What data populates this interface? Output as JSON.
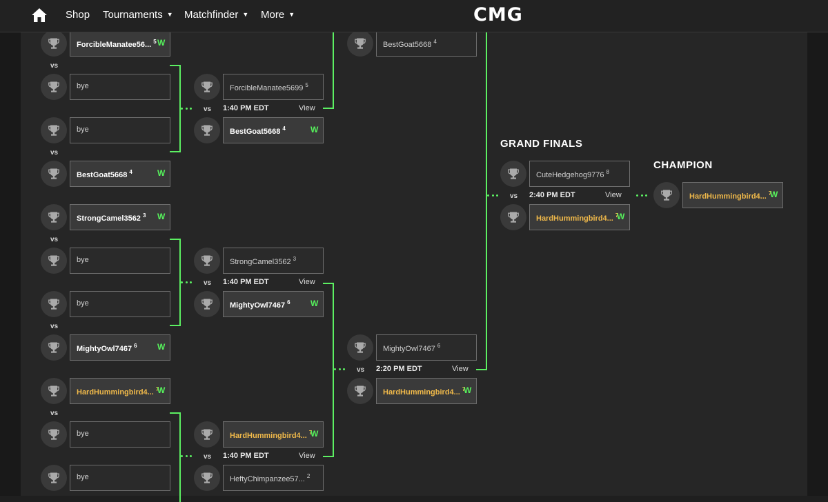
{
  "nav": {
    "shop": "Shop",
    "tournaments": "Tournaments",
    "matchfinder": "Matchfinder",
    "more": "More",
    "logo": "CMG"
  },
  "colors": {
    "accent_green": "#5cf062",
    "highlight_gold": "#f0b94a",
    "background": "#262626"
  },
  "labels": {
    "vs": "vs",
    "view": "View",
    "win": "W",
    "grand_finals": "GRAND FINALS",
    "champion": "CHAMPION"
  },
  "round1": [
    {
      "top": {
        "name": "ForcibleManatee56...",
        "seed": "5",
        "win": true
      },
      "bottom": {
        "name": "bye"
      }
    },
    {
      "top": {
        "name": "bye"
      },
      "bottom": {
        "name": "BestGoat5668",
        "seed": "4",
        "win": true
      }
    },
    {
      "top": {
        "name": "StrongCamel3562",
        "seed": "3",
        "win": true
      },
      "bottom": {
        "name": "bye"
      }
    },
    {
      "top": {
        "name": "bye"
      },
      "bottom": {
        "name": "MightyOwl7467",
        "seed": "6",
        "win": true
      }
    },
    {
      "top": {
        "name": "HardHummingbird4...",
        "seed": "7",
        "win": true,
        "highlight": true
      },
      "bottom": {
        "name": "bye"
      }
    },
    {
      "top": {
        "name": "bye"
      }
    }
  ],
  "round2": [
    {
      "time": "1:40 PM EDT",
      "top": {
        "name": "ForcibleManatee5699",
        "seed": "5"
      },
      "bottom": {
        "name": "BestGoat5668",
        "seed": "4",
        "win": true
      }
    },
    {
      "time": "1:40 PM EDT",
      "top": {
        "name": "StrongCamel3562",
        "seed": "3"
      },
      "bottom": {
        "name": "MightyOwl7467",
        "seed": "6",
        "win": true
      }
    },
    {
      "time": "1:40 PM EDT",
      "top": {
        "name": "HardHummingbird4...",
        "seed": "7",
        "win": true,
        "highlight": true
      },
      "bottom": {
        "name": "HeftyChimpanzee57...",
        "seed": "2"
      }
    }
  ],
  "round3": [
    {
      "top": {
        "name": "BestGoat5668",
        "seed": "4"
      }
    },
    {
      "time": "2:20 PM EDT",
      "top": {
        "name": "MightyOwl7467",
        "seed": "6"
      },
      "bottom": {
        "name": "HardHummingbird4...",
        "seed": "7",
        "win": true,
        "highlight": true
      }
    }
  ],
  "grand_finals": {
    "time": "2:40 PM EDT",
    "top": {
      "name": "CuteHedgehog9776",
      "seed": "8"
    },
    "bottom": {
      "name": "HardHummingbird4...",
      "seed": "7",
      "win": true,
      "highlight": true
    }
  },
  "champion": {
    "name": "HardHummingbird4...",
    "seed": "7",
    "win": true,
    "highlight": true
  }
}
